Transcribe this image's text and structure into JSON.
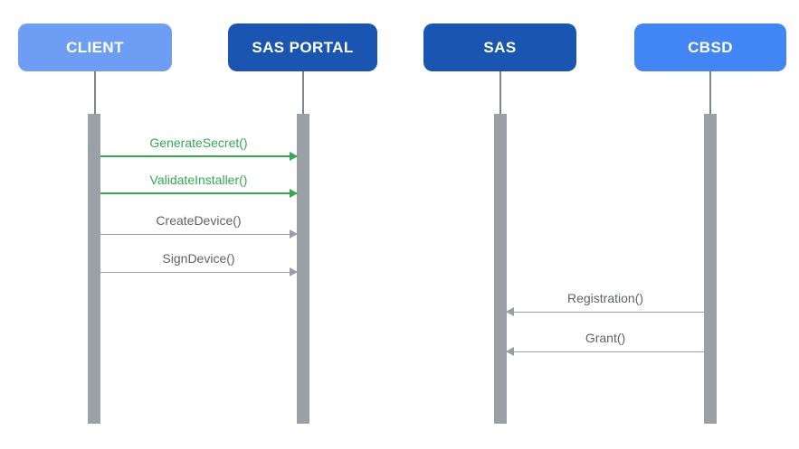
{
  "diagram": {
    "type": "sequence",
    "actors": [
      {
        "id": "client",
        "label": "CLIENT",
        "fill": "#6D9EF3",
        "text_color": "#FFFFFF"
      },
      {
        "id": "sas-portal",
        "label": "SAS PORTAL",
        "fill": "#1B55B2",
        "text_color": "#FFFFFF"
      },
      {
        "id": "sas",
        "label": "SAS",
        "fill": "#1B55B2",
        "text_color": "#FFFFFF"
      },
      {
        "id": "cbsd",
        "label": "CBSD",
        "fill": "#4285F4",
        "text_color": "#FFFFFF"
      }
    ],
    "messages": [
      {
        "label": "GenerateSecret()",
        "from": "CLIENT",
        "to": "SAS PORTAL",
        "direction": "right",
        "line_color": "#34A853",
        "text_color": "#34A853"
      },
      {
        "label": "ValidateInstaller()",
        "from": "CLIENT",
        "to": "SAS PORTAL",
        "direction": "right",
        "line_color": "#34A853",
        "text_color": "#34A853"
      },
      {
        "label": "CreateDevice()",
        "from": "CLIENT",
        "to": "SAS PORTAL",
        "direction": "right",
        "line_color": "#9AA0A6",
        "text_color": "#5F6368"
      },
      {
        "label": "SignDevice()",
        "from": "CLIENT",
        "to": "SAS PORTAL",
        "direction": "right",
        "line_color": "#9AA0A6",
        "text_color": "#5F6368"
      },
      {
        "label": "Registration()",
        "from": "CBSD",
        "to": "SAS",
        "direction": "left",
        "line_color": "#9AA0A6",
        "text_color": "#5F6368"
      },
      {
        "label": "Grant()",
        "from": "CBSD",
        "to": "SAS",
        "direction": "left",
        "line_color": "#9AA0A6",
        "text_color": "#5F6368"
      }
    ],
    "colors": {
      "background": "#FFFFFF",
      "activation_bar": "#9AA0A6",
      "lifeline": "#80868B"
    }
  }
}
